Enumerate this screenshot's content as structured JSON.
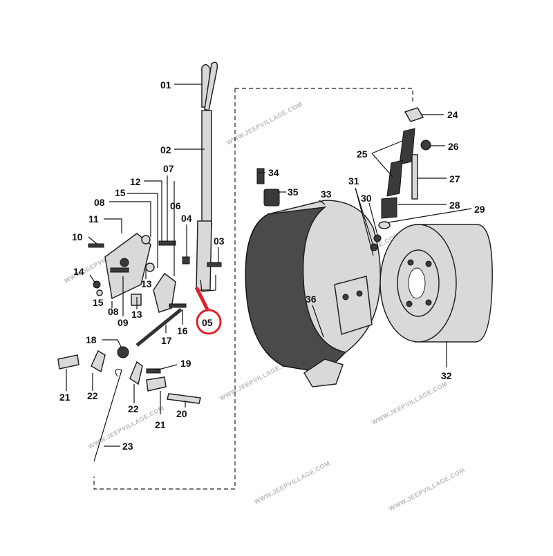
{
  "diagram": {
    "labels": {
      "l01": "01",
      "l02": "02",
      "l03": "03",
      "l04": "04",
      "l05": "05",
      "l06": "06",
      "l07": "07",
      "l08a": "08",
      "l08b": "08",
      "l09": "09",
      "l10": "10",
      "l11": "11",
      "l12": "12",
      "l13a": "13",
      "l13b": "13",
      "l14": "14",
      "l15a": "15",
      "l15b": "15",
      "l16": "16",
      "l17": "17",
      "l18": "18",
      "l19": "19",
      "l20": "20",
      "l21a": "21",
      "l21b": "21",
      "l22a": "22",
      "l22b": "22",
      "l23": "23",
      "l24": "24",
      "l25": "25",
      "l26": "26",
      "l27": "27",
      "l28": "28",
      "l29": "29",
      "l30": "30",
      "l31": "31",
      "l32": "32",
      "l33": "33",
      "l34": "34",
      "l35": "35",
      "l36": "36"
    },
    "watermark": "WWW.JEEPVILLAGE.COM",
    "highlight_color": "#e0202a"
  }
}
